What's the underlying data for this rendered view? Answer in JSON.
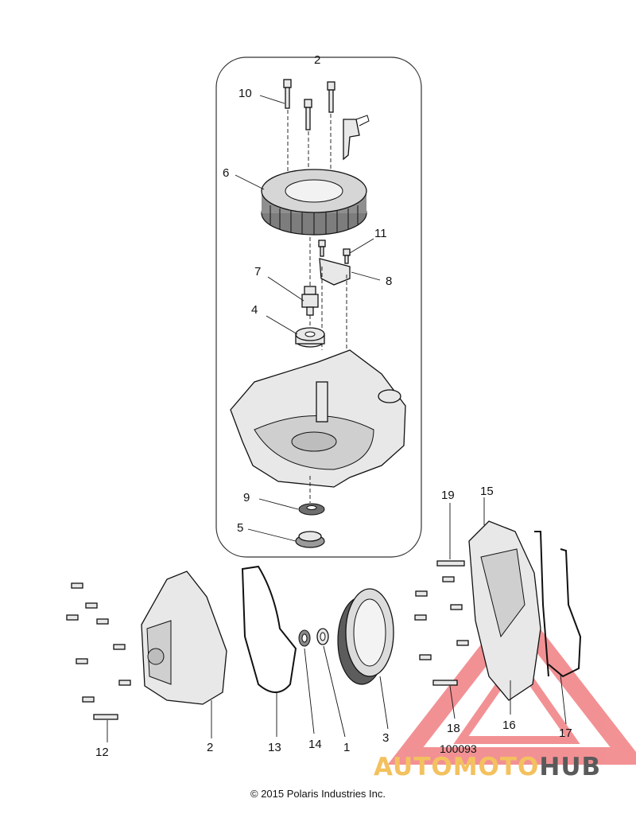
{
  "callouts": [
    {
      "id": "c2-top",
      "text": "2"
    },
    {
      "id": "c10",
      "text": "10"
    },
    {
      "id": "c6",
      "text": "6"
    },
    {
      "id": "c11",
      "text": "11"
    },
    {
      "id": "c7",
      "text": "7"
    },
    {
      "id": "c8",
      "text": "8"
    },
    {
      "id": "c4",
      "text": "4"
    },
    {
      "id": "c9",
      "text": "9"
    },
    {
      "id": "c5",
      "text": "5"
    },
    {
      "id": "c19",
      "text": "19"
    },
    {
      "id": "c15",
      "text": "15"
    },
    {
      "id": "c12",
      "text": "12"
    },
    {
      "id": "c2-bottom",
      "text": "2"
    },
    {
      "id": "c13",
      "text": "13"
    },
    {
      "id": "c14",
      "text": "14"
    },
    {
      "id": "c1",
      "text": "1"
    },
    {
      "id": "c3",
      "text": "3"
    },
    {
      "id": "c18",
      "text": "18"
    },
    {
      "id": "c16",
      "text": "16"
    },
    {
      "id": "c17",
      "text": "17"
    }
  ],
  "document_number": "100093",
  "copyright": "© 2015 Polaris Industries Inc.",
  "watermark": {
    "part_a": "AUTOMOTO",
    "part_b": "HUB",
    "color_a": "#f3c15f",
    "color_b": "#5a5a5a",
    "logo_color": "#e8383d"
  }
}
